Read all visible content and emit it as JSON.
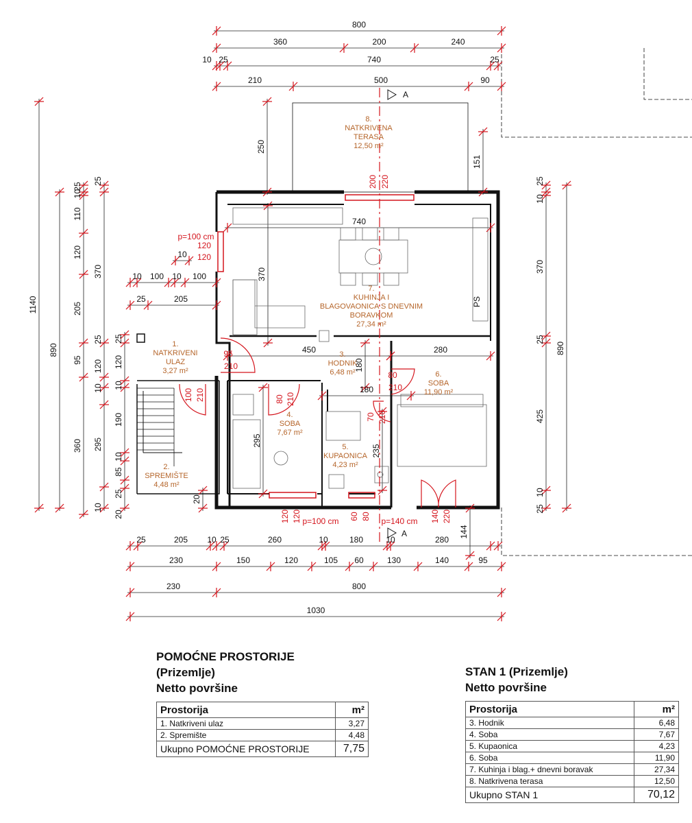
{
  "dimensions": {
    "top_total": "800",
    "top_row1": [
      "360",
      "200",
      "240"
    ],
    "top_row2": [
      "10",
      "25",
      "740",
      "25"
    ],
    "top_row3": [
      "210",
      "500",
      "90"
    ],
    "bottom_row1": [
      "25",
      "205",
      "10",
      "25",
      "260",
      "10",
      "180",
      "10",
      "280"
    ],
    "bottom_row2": [
      "230",
      "150",
      "120",
      "105",
      "60",
      "130",
      "140",
      "95"
    ],
    "bottom_row3": [
      "230",
      "800"
    ],
    "bottom_total": "1030",
    "left_total": "1140",
    "left_890": "890",
    "left_col_a": [
      "25",
      "10",
      "110",
      "120",
      "370",
      "205",
      "95",
      "25",
      "120",
      "360",
      "295",
      "10",
      "85",
      "10",
      "25",
      "20"
    ],
    "left_col_b": [
      "25",
      "120",
      "10",
      "190",
      "10",
      "25"
    ],
    "right_col": [
      "25",
      "10",
      "370",
      "25",
      "425",
      "10",
      "25"
    ],
    "right_total": "890",
    "interior": [
      "250",
      "740",
      "370",
      "450",
      "280",
      "295",
      "180",
      "180",
      "235",
      "151",
      "144",
      "20"
    ],
    "interior_left": [
      "10",
      "100",
      "10",
      "100",
      "10",
      "25",
      "205"
    ]
  },
  "openings": {
    "kitchen_window": [
      "200",
      "220"
    ],
    "kitchen_side_window": [
      "p=100 cm",
      "120",
      "120"
    ],
    "entrance_door": [
      "95",
      "210"
    ],
    "storage_door": [
      "100",
      "210"
    ],
    "room4_door": [
      "80",
      "210"
    ],
    "bath_door": [
      "70",
      "210"
    ],
    "room6_door": [
      "80",
      "210"
    ],
    "bottom_left": [
      "120",
      "120",
      "p=100 cm"
    ],
    "bottom_mid": [
      "60",
      "80",
      "p=140 cm"
    ],
    "bottom_right": [
      "140",
      "220"
    ]
  },
  "section_marks": [
    "A",
    "A"
  ],
  "rooms": [
    {
      "num": "1.",
      "lines": [
        "NATKRIVENI",
        "ULAZ"
      ],
      "area": "3,27 m²"
    },
    {
      "num": "2.",
      "lines": [
        "SPREMIŠTE"
      ],
      "area": "4,48 m²"
    },
    {
      "num": "3.",
      "lines": [
        "HODNIK"
      ],
      "area": "6,48 m²"
    },
    {
      "num": "4.",
      "lines": [
        "SOBA"
      ],
      "area": "7,67 m²"
    },
    {
      "num": "5.",
      "lines": [
        "KUPAONICA"
      ],
      "area": "4,23 m²"
    },
    {
      "num": "6.",
      "lines": [
        "SOBA"
      ],
      "area": "11,90 m²"
    },
    {
      "num": "7.",
      "lines": [
        "KUHINJA I",
        "BLAGOVAONICA S DNEVNIM",
        "BORAVKOM"
      ],
      "area": "27,34 m²"
    },
    {
      "num": "8.",
      "lines": [
        "NATKRIVENA",
        "TERASA"
      ],
      "area": "12,50 m²"
    }
  ],
  "fixture_label": "PS",
  "table_aux": {
    "title1": "POMOĆNE PROSTORIJE",
    "title2": "(Prizemlje)",
    "title3": "Netto površine",
    "col1": "Prostorija",
    "col2": "m²",
    "rows": [
      {
        "name": "1. Natkriveni ulaz",
        "value": "3,27"
      },
      {
        "name": "2. Spremište",
        "value": "4,48"
      }
    ],
    "total_label": "Ukupno POMOĆNE PROSTORIJE",
    "total_value": "7,75"
  },
  "table_stan": {
    "title1": "STAN 1  (Prizemlje)",
    "title2": "Netto površine",
    "col1": "Prostorija",
    "col2": "m²",
    "rows": [
      {
        "name": "3. Hodnik",
        "value": "6,48"
      },
      {
        "name": "4. Soba",
        "value": "7,67"
      },
      {
        "name": "5. Kupaonica",
        "value": "4,23"
      },
      {
        "name": "6. Soba",
        "value": "11,90"
      },
      {
        "name": "7. Kuhinja i blag.+ dnevni boravak",
        "value": "27,34"
      },
      {
        "name": "8. Natkrivena terasa",
        "value": "12,50"
      }
    ],
    "total_label": "Ukupno STAN 1",
    "total_value": "70,12"
  }
}
